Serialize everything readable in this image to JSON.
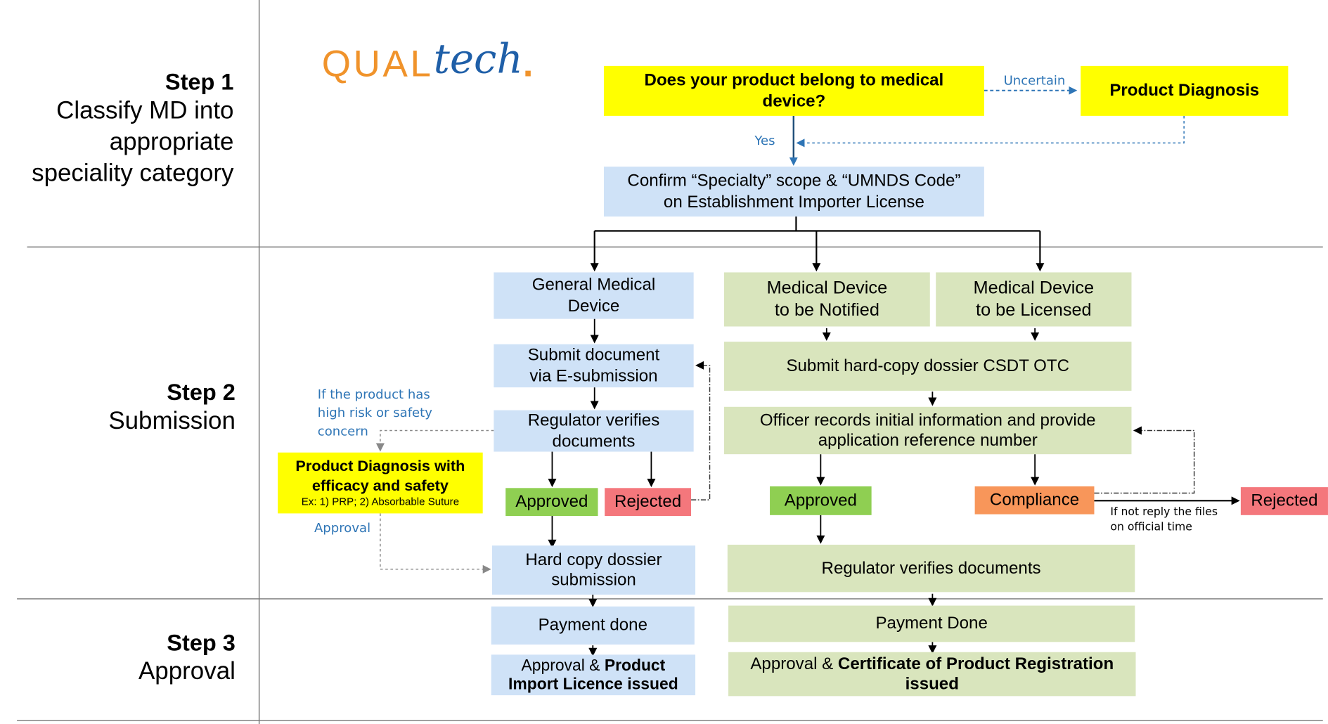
{
  "logo": {
    "text_a": "QUAL",
    "text_b": "tech",
    "dot": "."
  },
  "steps": [
    {
      "number": "Step 1",
      "desc_lines": [
        "Classify MD into",
        "appropriate",
        "speciality category"
      ]
    },
    {
      "number": "Step 2",
      "desc_lines": [
        "Submission"
      ]
    },
    {
      "number": "Step 3",
      "desc_lines": [
        "Approval"
      ]
    }
  ],
  "nodes": {
    "q_medical": "Does your product belong to medical device?",
    "product_diagnosis": "Product Diagnosis",
    "confirm_line1": "Confirm “Specialty” scope & “UMNDS Code”",
    "confirm_line2": "on Establishment Importer License",
    "general_md": "General Medical Device",
    "md_notified": "Medical Device to be Notified",
    "md_licensed": "Medical Device to be Licensed",
    "submit_esub": "Submit document via E-submission",
    "submit_hardcopy": "Submit hard-copy dossier CSDT OTC",
    "reg_verifies_left": "Regulator verifies documents",
    "officer_records": "Officer records initial information and provide application reference number",
    "pd_efficacy_title": "Product Diagnosis with efficacy and safety",
    "pd_efficacy_ex": "Ex: 1) PRP;   2) Absorbable Suture",
    "approved_left": "Approved",
    "rejected_left": "Rejected",
    "approved_right": "Approved",
    "compliance": "Compliance",
    "rejected_right": "Rejected",
    "hardcopy_submission": "Hard copy dossier submission",
    "reg_verifies_right": "Regulator verifies documents",
    "payment_left": "Payment done",
    "payment_right": "Payment Done",
    "approval_left_plain": "Approval & ",
    "approval_left_bold": "Product Import Licence issued",
    "approval_right_plain": "Approval & ",
    "approval_right_bold": "Certificate of Product Registration issued"
  },
  "edge_labels": {
    "uncertain": "Uncertain",
    "yes": "Yes",
    "high_risk": [
      "If the product has",
      "high risk or safety",
      "concern"
    ],
    "approval": "Approval",
    "not_reply": [
      "If not reply the files",
      "on official time"
    ]
  },
  "colors": {
    "blue_box": "#cfe2f7",
    "green_box": "#d9e5bd",
    "yellow_box": "#ffff00",
    "approved": "#8fcf52",
    "rejected": "#f4777c",
    "compliance": "#f8965a",
    "label_blue": "#2e75b6",
    "logo_orange": "#f0932b",
    "logo_blue": "#1f5fa8"
  }
}
